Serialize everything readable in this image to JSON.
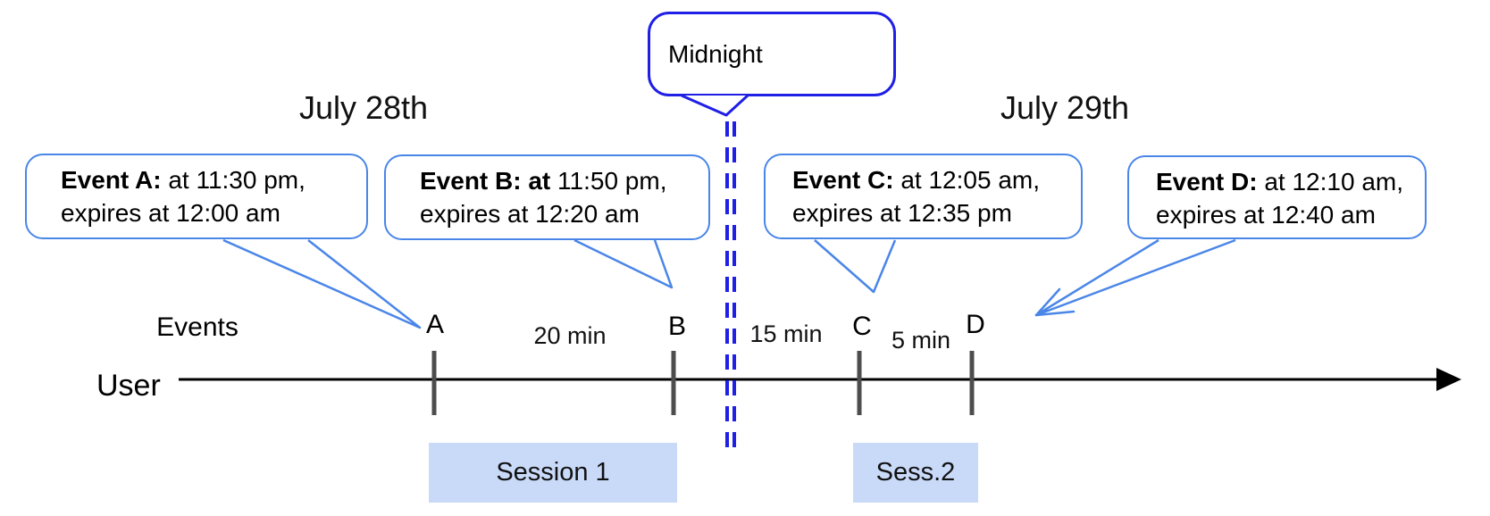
{
  "diagram": {
    "title_context": "Timeline of events around midnight spanning two days",
    "dates": {
      "left": "July 28th",
      "right": "July 29th"
    },
    "midnight_callout": {
      "label": "Midnight"
    },
    "labels": {
      "events": "Events",
      "user": "User"
    },
    "event_bubbles": [
      {
        "id": "A",
        "bold": "Event A:",
        "rest": " at 11:30 pm,",
        "line2": "expires at 12:00 am"
      },
      {
        "id": "B",
        "bold": "Event B: at",
        "rest": " 11:50 pm,",
        "line2": "expires at 12:20 am"
      },
      {
        "id": "C",
        "bold": "Event C:",
        "rest": " at 12:05 am,",
        "line2": "expires at 12:35 pm"
      },
      {
        "id": "D",
        "bold": "Event D:",
        "rest": "  at 12:10 am,",
        "line2": "expires at 12:40 am"
      }
    ],
    "timeline": {
      "ticks": [
        "A",
        "B",
        "C",
        "D"
      ],
      "gaps": [
        "20 min",
        "15 min",
        "5 min"
      ]
    },
    "sessions": [
      {
        "label": "Session 1"
      },
      {
        "label": "Sess.2"
      }
    ],
    "colors": {
      "event_bubble_border": "#4a86e8",
      "midnight_border": "#1f1fe6",
      "midnight_dashed_line": "#1f1fe6",
      "session_fill": "#c9daf8",
      "tick_stroke": "#4d4d4d",
      "timeline_stroke": "#000000"
    }
  }
}
